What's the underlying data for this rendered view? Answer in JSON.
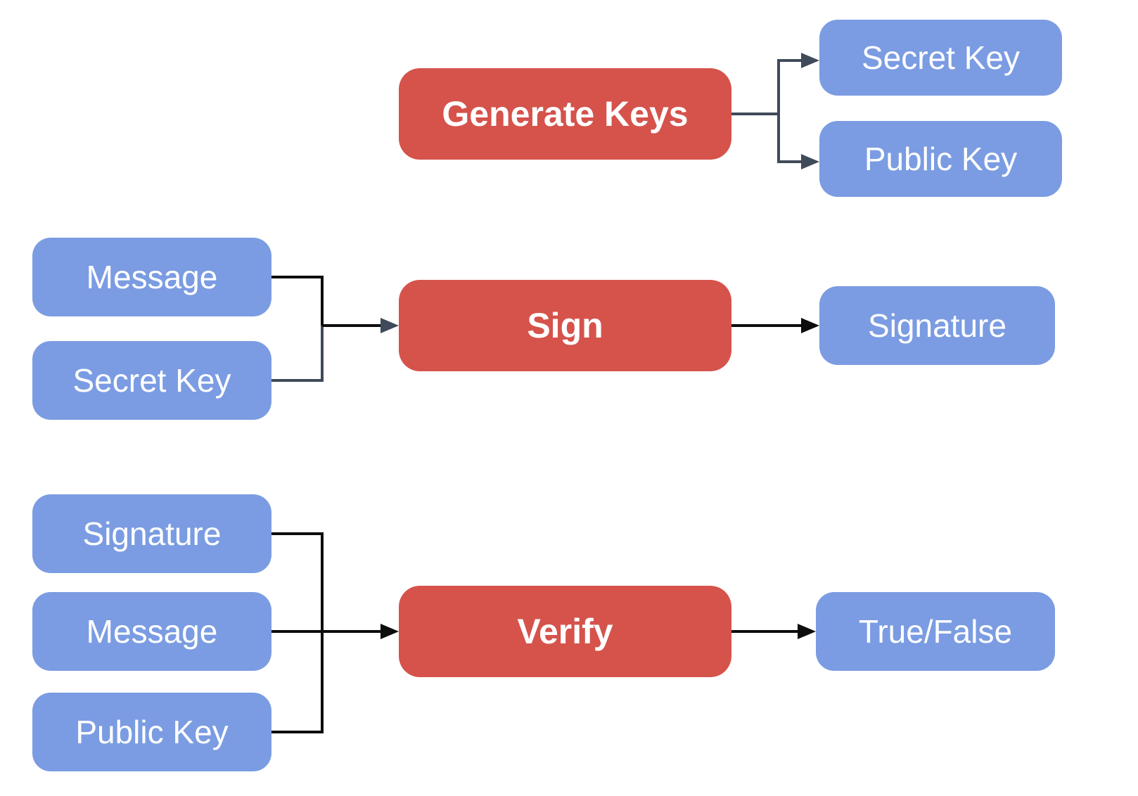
{
  "diagram": {
    "colors": {
      "process": "#D5534B",
      "data": "#7B9CE2",
      "connector_dark": "#3F4A5A",
      "connector_black": "#0D0D0D",
      "label": "#FFFFFF",
      "background": "#FFFFFF"
    },
    "generate": {
      "process": "Generate Keys",
      "outputs": [
        "Secret Key",
        "Public Key"
      ]
    },
    "sign": {
      "inputs": [
        "Message",
        "Secret Key"
      ],
      "process": "Sign",
      "output": "Signature"
    },
    "verify": {
      "inputs": [
        "Signature",
        "Message",
        "Public Key"
      ],
      "process": "Verify",
      "output": "True/False"
    },
    "edges": [
      {
        "from": "Generate Keys",
        "to": "Secret Key"
      },
      {
        "from": "Generate Keys",
        "to": "Public Key"
      },
      {
        "from": "Message",
        "to": "Sign"
      },
      {
        "from": "Secret Key",
        "to": "Sign"
      },
      {
        "from": "Sign",
        "to": "Signature"
      },
      {
        "from": "Signature",
        "to": "Verify"
      },
      {
        "from": "Message",
        "to": "Verify"
      },
      {
        "from": "Public Key",
        "to": "Verify"
      },
      {
        "from": "Verify",
        "to": "True/False"
      }
    ]
  }
}
